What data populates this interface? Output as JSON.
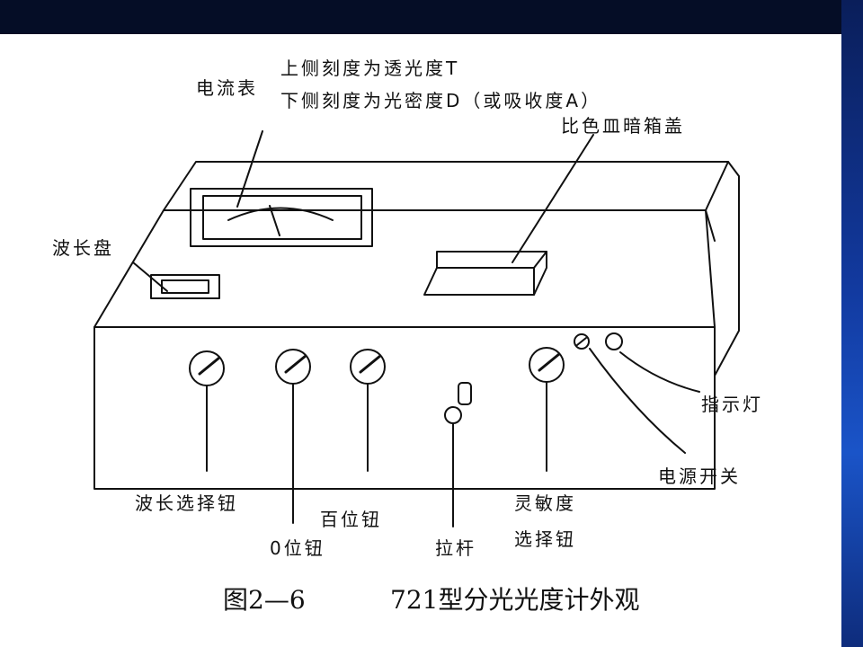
{
  "labels": {
    "ammeter": "电流表",
    "upper_scale": "上侧刻度为透光度T",
    "lower_scale": "下侧刻度为光密度D（或吸收度A）",
    "cuvette_lid": "比色皿暗箱盖",
    "wavelength_dial": "波长盘",
    "indicator_light": "指示灯",
    "power_switch": "电源开关",
    "wavelength_knob": "波长选择钮",
    "zero_knob": "0位钮",
    "hundred_knob": "百位钮",
    "pull_rod": "拉杆",
    "sensitivity_line1": "灵敏度",
    "sensitivity_line2": "选择钮"
  },
  "caption": {
    "number": "图2—6",
    "title": "721型分光光度计外观"
  }
}
